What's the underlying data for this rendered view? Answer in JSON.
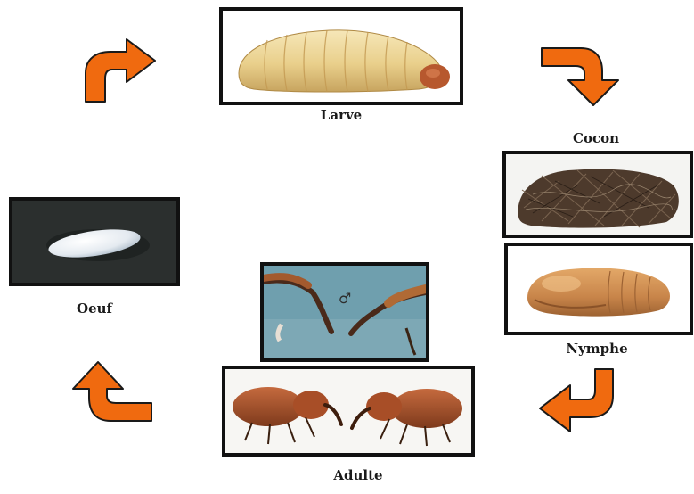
{
  "stages": {
    "larve": {
      "label": "Larve"
    },
    "cocon": {
      "label": "Cocon"
    },
    "nymphe": {
      "label": "Nymphe"
    },
    "adulte": {
      "label": "Adulte"
    },
    "oeuf": {
      "label": "Oeuf"
    }
  },
  "male_symbol": "♂",
  "colors": {
    "arrow_fill": "#f06a0f",
    "arrow_stroke": "#1a1a1a",
    "frame_border": "#111111"
  }
}
